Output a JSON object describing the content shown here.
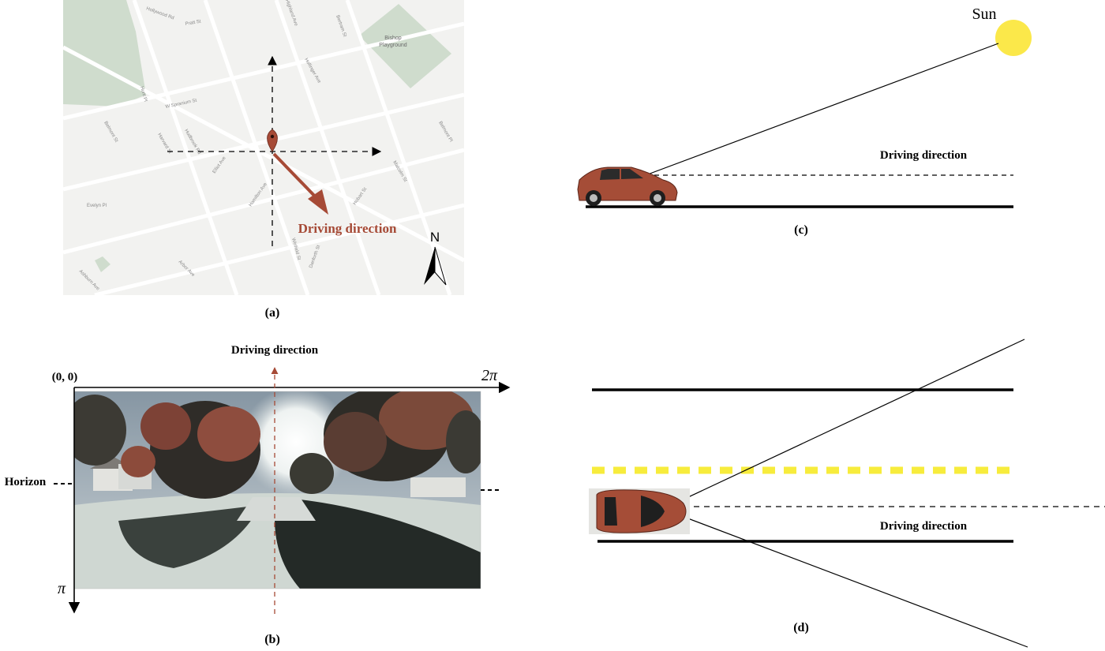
{
  "panel_a": {
    "caption": "(a)",
    "driving_direction": "Driving direction",
    "north_label": "N",
    "park_label_line1": "Bishop",
    "park_label_line2": "Playground",
    "streets": [
      "W Spranium St",
      "Harvard St",
      "Hudbrook Rd",
      "Elliot Ave",
      "Hamilton Ave",
      "Belmont St",
      "Malcolm St",
      "Hobart St",
      "Evelyn Pl",
      "Hollinger Ave",
      "Hollywood Rd",
      "Pratt St",
      "Highland Ave",
      "Bertram St",
      "Belmont Pl",
      "Ashburn Ave",
      "Hunt Pl",
      "Arbor Ave",
      "Winfield St",
      "Danforth St"
    ]
  },
  "panel_b": {
    "caption": "(b)",
    "driving_direction": "Driving direction",
    "origin_label": "(0, 0)",
    "x_end_label": "2π",
    "y_end_label": "π",
    "horizon_label": "Horizon"
  },
  "panel_c": {
    "caption": "(c)",
    "sun_label": "Sun",
    "driving_direction": "Driving direction"
  },
  "panel_d": {
    "caption": "(d)",
    "driving_direction": "Driving direction"
  },
  "colors": {
    "car": "#a54d37",
    "arrow": "#a64a36",
    "sun": "#fbe84a",
    "lane_yellow": "#f7ec3c",
    "park": "#cfdccd"
  }
}
